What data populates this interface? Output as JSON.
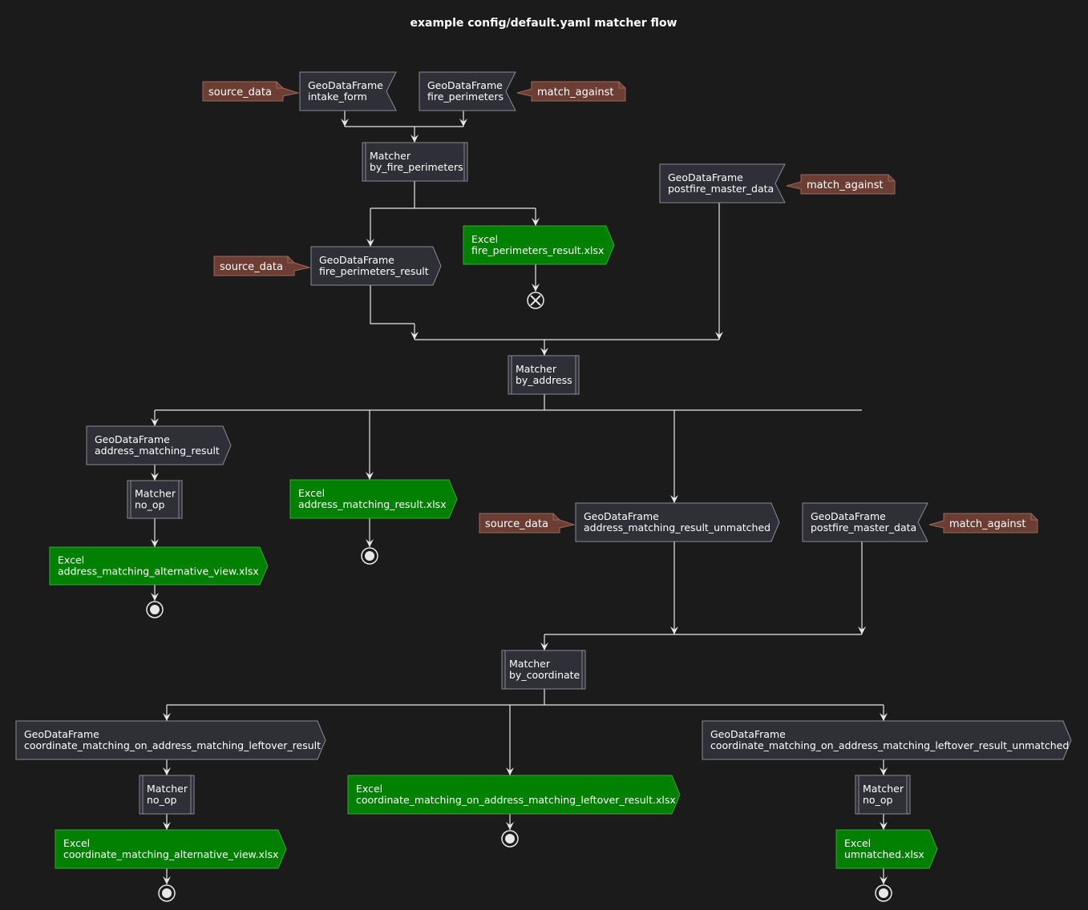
{
  "title": "example config/default.yaml matcher flow",
  "colors": {
    "background": "#1b1b1b",
    "node_fill": "#2f2f38",
    "excel_fill": "#028002",
    "note_fill": "#6b3d33",
    "edge": "#e8e8e8"
  },
  "nodes": {
    "intake": [
      "GeoDataFrame",
      "intake_form"
    ],
    "fireper": [
      "GeoDataFrame",
      "fire_perimeters"
    ],
    "m_fire": [
      "Matcher",
      "by_fire_perimeters"
    ],
    "postfire1": [
      "GeoDataFrame",
      "postfire_master_data"
    ],
    "fpresult": [
      "GeoDataFrame",
      "fire_perimeters_result"
    ],
    "x_fpresult": [
      "Excel",
      "fire_perimeters_result.xlsx"
    ],
    "m_addr": [
      "Matcher",
      "by_address"
    ],
    "amr": [
      "GeoDataFrame",
      "address_matching_result"
    ],
    "m_noop1": [
      "Matcher",
      "no_op"
    ],
    "x_amav": [
      "Excel",
      "address_matching_alternative_view.xlsx"
    ],
    "x_amr": [
      "Excel",
      "address_matching_result.xlsx"
    ],
    "amru": [
      "GeoDataFrame",
      "address_matching_result_unmatched"
    ],
    "postfire2": [
      "GeoDataFrame",
      "postfire_master_data"
    ],
    "m_coord": [
      "Matcher",
      "by_coordinate"
    ],
    "cmr": [
      "GeoDataFrame",
      "coordinate_matching_on_address_matching_leftover_result"
    ],
    "m_noop2": [
      "Matcher",
      "no_op"
    ],
    "x_cmav": [
      "Excel",
      "coordinate_matching_alternative_view.xlsx"
    ],
    "x_cmr": [
      "Excel",
      "coordinate_matching_on_address_matching_leftover_result.xlsx"
    ],
    "cmru": [
      "GeoDataFrame",
      "coordinate_matching_on_address_matching_leftover_result_unmatched"
    ],
    "m_noop3": [
      "Matcher",
      "no_op"
    ],
    "x_unm": [
      "Excel",
      "umnatched.xlsx"
    ]
  },
  "notes": {
    "n_intake": "source_data",
    "n_fireper": "match_against",
    "n_postfire1": "match_against",
    "n_fpresult": "source_data",
    "n_amru": "source_data",
    "n_postfire2": "match_against"
  }
}
